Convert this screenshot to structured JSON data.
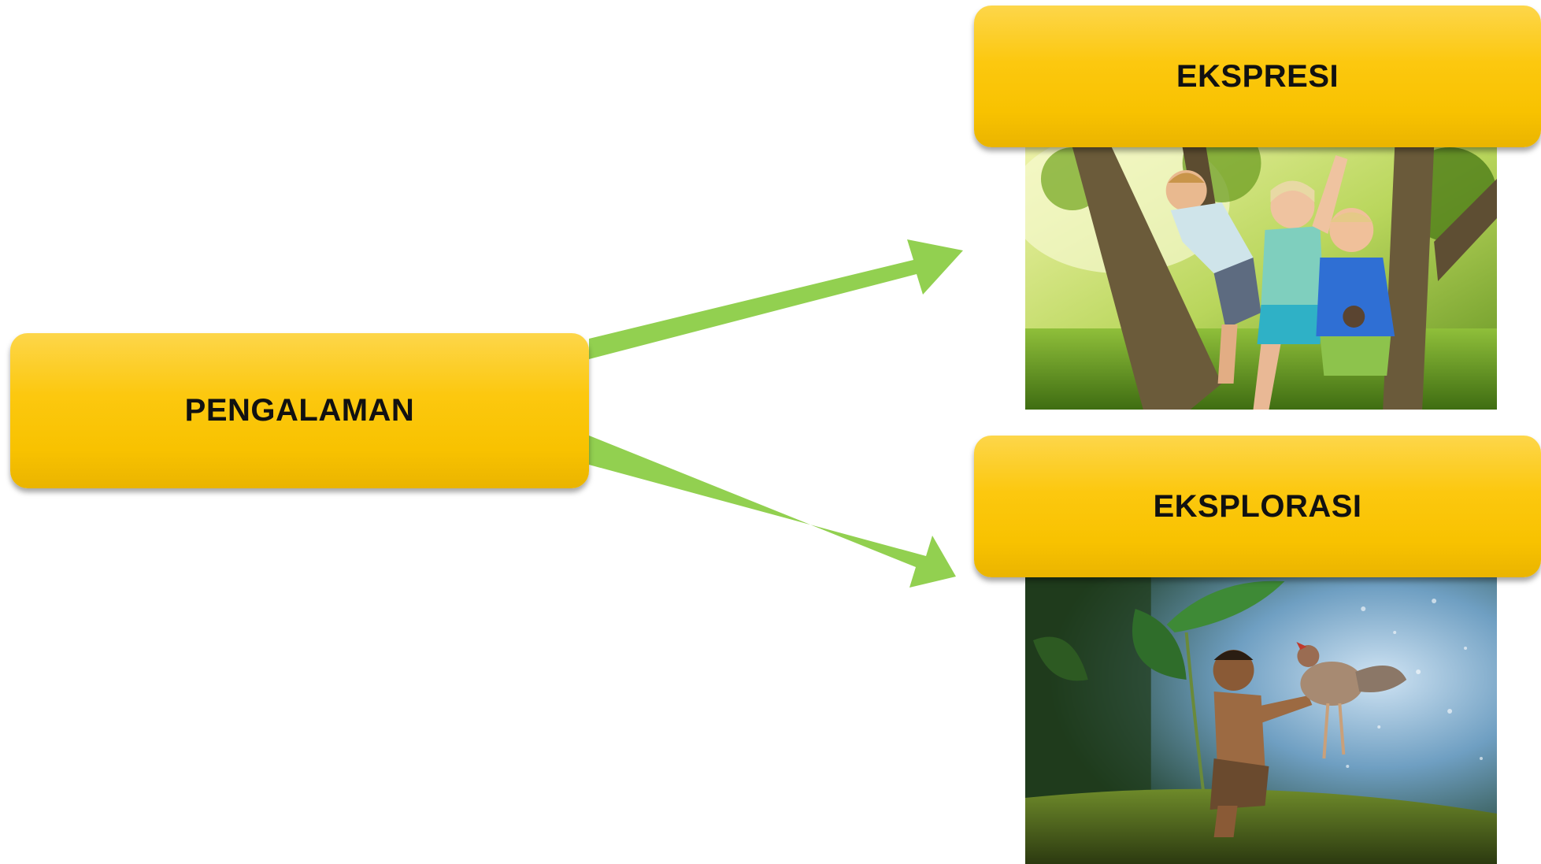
{
  "nodes": {
    "source": {
      "label": "PENGALAMAN"
    },
    "target_top": {
      "label": "EKSPRESI"
    },
    "target_bottom": {
      "label": "EKSPLORASI"
    }
  },
  "colors": {
    "box_fill": "#fcc80f",
    "arrow_fill": "#92d050",
    "text": "#111111"
  },
  "images": {
    "top": {
      "depicts": "children-climbing-tree-photo"
    },
    "bottom": {
      "depicts": "boy-holding-rooster-photo"
    }
  }
}
